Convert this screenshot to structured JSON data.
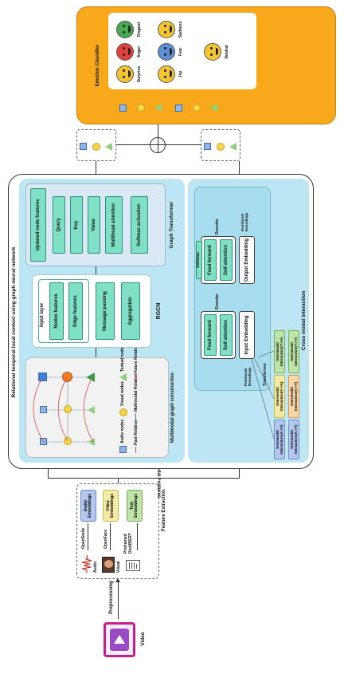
{
  "input": {
    "caption": "Video",
    "preprocessing": "Preprocessing"
  },
  "feature_extraction": {
    "title": "Feature Extraction",
    "rows": [
      {
        "modality": "Audio",
        "tool": "OpenSmile",
        "embedding": "Audio Embeddings",
        "color": "#b3c7ee"
      },
      {
        "modality": "Visual",
        "tool": "OpenFace",
        "embedding": "Video Embeddings",
        "color": "#f4eaa4"
      },
      {
        "modality": "",
        "tool": "Pretrained DistilBERT",
        "embedding": "Text Embeddings",
        "color": "#bfe3a8"
      }
    ]
  },
  "multimodal_features": "Multimodal Features",
  "rtgnn": {
    "title": "Relational temporal local context using graph neural network",
    "graph_construction": {
      "title": "Multimodal graph construction",
      "legend": {
        "audio": "Audio nodes",
        "visual": "Visual nodes",
        "textual": "Textual nodes",
        "past": "Past Relation",
        "multimodal": "Multimodal Relation",
        "future": "Future Relation"
      }
    },
    "rgcn": {
      "title": "RGCN",
      "input_layer": "Input layer",
      "node_features": "Nodes features",
      "edge_features": "Edge features",
      "message_passing": "Message passing",
      "aggregation": "Aggregation"
    },
    "graph_transformer": {
      "title": "Graph Transformer",
      "updated": "Updated node features",
      "query": "Query",
      "key": "Key",
      "value": "Value",
      "mha": "Multihead attention",
      "softmax": "Softmax activation"
    }
  },
  "cross_modal": {
    "title": "Cross modal interaction",
    "transformer": {
      "label": "Transformer",
      "softmax": "Softmax",
      "encoder": {
        "label": "Encoder",
        "ff": "Feed forward",
        "sa": "Self attention",
        "emb": "Input Embedding",
        "pe": "Positional Encodings"
      },
      "decoder": {
        "label": "Decoder",
        "ff": "Feed forward",
        "sa": "Self attention",
        "emb": "Output Embedding",
        "pe": "Positional Encodings"
      }
    },
    "interactions": [
      {
        "label": "Intermodal Interaction(A->V)",
        "color": "#b3c7ee"
      },
      {
        "label": "Intermodal Interaction(A->T)",
        "color": "#b3c7ee"
      },
      {
        "label": "Intermodal Interaction(V->A)",
        "color": "#f4eaa4"
      },
      {
        "label": "Intermodal Interaction(V->T)",
        "color": "#f9d6a8"
      },
      {
        "label": "Intermodal Interaction(T->A)",
        "color": "#bfe3a8"
      },
      {
        "label": "Intermodal interaction(T->V)",
        "color": "#bfe3a8"
      }
    ]
  },
  "classifier": {
    "title": "Emotion Classifier",
    "emotions": [
      {
        "name": "Surprise",
        "icon": "surprise-face",
        "color": "#f5c431"
      },
      {
        "name": "Anger",
        "icon": "anger-face",
        "color": "#e0413a"
      },
      {
        "name": "Disgust",
        "icon": "disgust-face",
        "color": "#47a852"
      },
      {
        "name": "Joy",
        "icon": "joy-face",
        "color": "#f5c431"
      },
      {
        "name": "Fear",
        "icon": "fear-face",
        "color": "#5b8fd6"
      },
      {
        "name": "Sadness",
        "icon": "sadness-face",
        "color": "#f5c431"
      },
      {
        "name": "Neutral",
        "icon": "neutral-face",
        "color": "#f5c431"
      }
    ]
  },
  "colors": {
    "teal": "#7fe0c6",
    "light_blue": "#bde6f4",
    "orange": "#f7a81b",
    "magenta": "#c81e8c"
  }
}
